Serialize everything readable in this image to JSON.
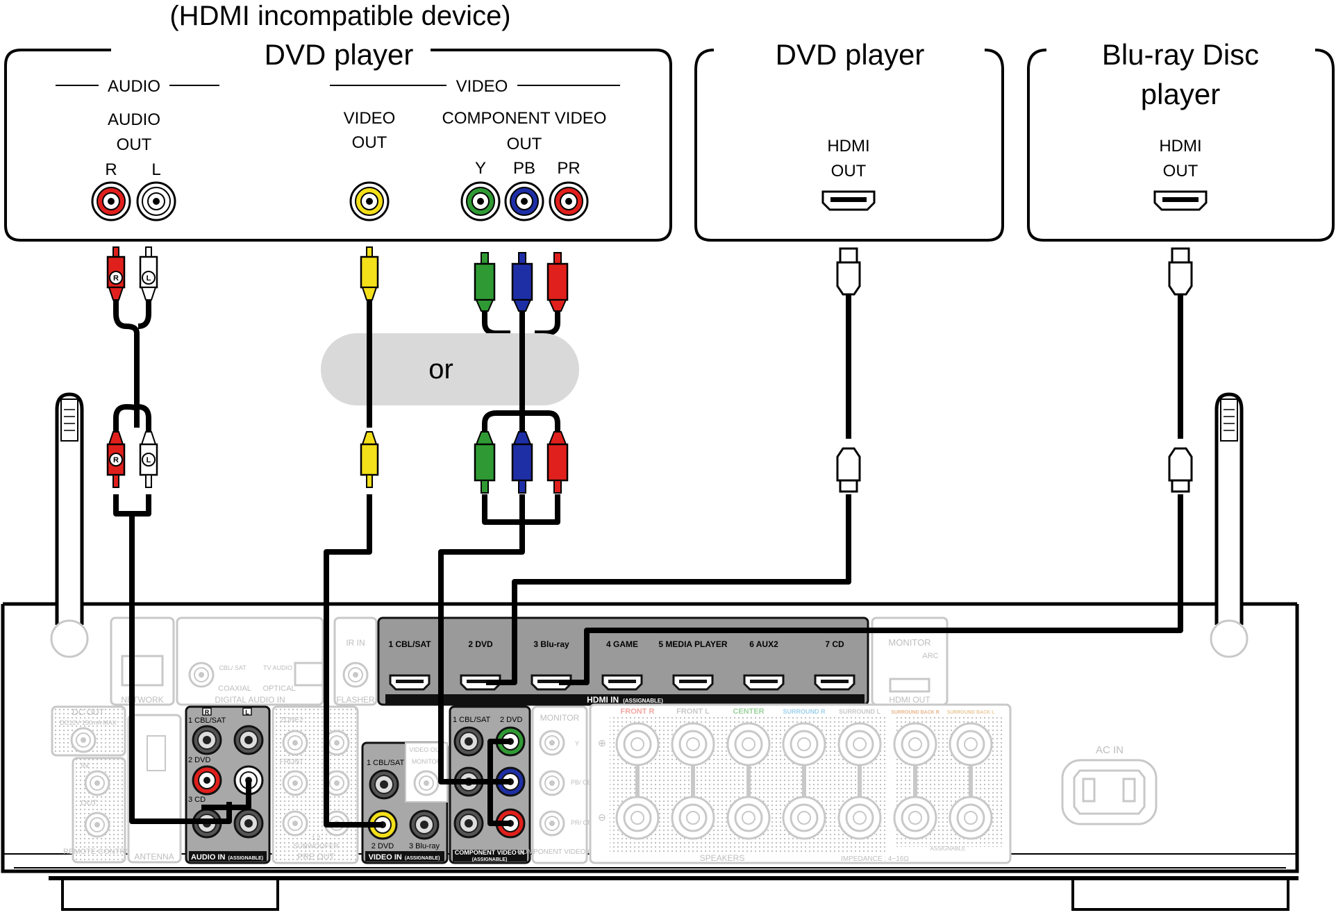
{
  "colors": {
    "red": "#e0201c",
    "white": "#ffffff",
    "yellow": "#f3df1a",
    "green": "#2f9a34",
    "blue": "#1e2fa6",
    "cable": "#000000",
    "receiver_faded": "#c8c8c8",
    "hdmi_panel": "#9a9a9a",
    "analog_panel": "#a8a8a8",
    "or_bubble": "#d9d9d9"
  },
  "devices": {
    "legacy_dvd": {
      "caption": "(HDMI incompatible device)",
      "title": "DVD player",
      "audio_group": "AUDIO",
      "video_group": "VIDEO",
      "audio_out_line1": "AUDIO",
      "audio_out_line2": "OUT",
      "audio_r": "R",
      "audio_l": "L",
      "video_out_line1": "VIDEO",
      "video_out_line2": "OUT",
      "component_line1": "COMPONENT VIDEO",
      "component_line2": "OUT",
      "y": "Y",
      "pb": "PB",
      "pr": "PR"
    },
    "hdmi_dvd": {
      "title": "DVD player",
      "out_line1": "HDMI",
      "out_line2": "OUT"
    },
    "bluray": {
      "title_line1": "Blu-ray Disc",
      "title_line2": "player",
      "out_line1": "HDMI",
      "out_line2": "OUT"
    }
  },
  "plugs": {
    "r": "R",
    "l": "L"
  },
  "or_label": "or",
  "receiver": {
    "hdmi_inputs": [
      "1 CBL/SAT",
      "2 DVD",
      "3 Blu-ray",
      "4 GAME",
      "5 MEDIA PLAYER",
      "6 AUX2",
      "7 CD"
    ],
    "hdmi_in_label": "HDMI IN",
    "assignable": "(ASSIGNABLE)",
    "monitor": "MONITOR",
    "arc": "ARC",
    "hdmi_out": "HDMI OUT",
    "network": "NETWORK",
    "digital_audio_in": "DIGITAL AUDIO IN",
    "cbl_sat_small": "CBL/ SAT",
    "tv_audio_small": "TV AUDIO",
    "coaxial": "COAXIAL",
    "optical": "OPTICAL",
    "ir_in": "IR IN",
    "flasher": "FLASHER",
    "dc_out": "DC OUT",
    "dc_spec": "DC12V 150mA MAX",
    "in": "IN",
    "out": "OUT",
    "remote_control": "REMOTE CONTROL",
    "antenna": "ANTENNA",
    "audio_in_label": "AUDIO IN",
    "audio_in_cbl": "1 CBL/SAT",
    "audio_in_dvd": "2 DVD",
    "audio_in_cd": "3 CD",
    "zone2": "ZONE2",
    "front": "FRONT",
    "subwoofer": "SUBWOOFER",
    "subwoofer_nums": "1   2",
    "pre_out": "PRE OUT",
    "video_in_label": "VIDEO IN",
    "video_in_cbl": "1 CBL/SAT",
    "video_in_dvd": "2 DVD",
    "video_in_bluray": "3 Blu-ray",
    "video_out_small": "VIDEO OUT",
    "monitor_small": "MONITOR",
    "component_in_label": "COMPONENT VIDEO IN",
    "component_in_cbl": "1 CBL/SAT",
    "component_in_dvd": "2 DVD",
    "component_monitor": "MONITOR",
    "component_out_label": "COMPONENT VIDEO OUT",
    "comp_y": "Y",
    "comp_pb": "PB/ CB",
    "comp_pr": "PR/ CR",
    "speakers": "SPEAKERS",
    "impedance": "IMPEDANCE : 4~16Ω",
    "assignable_caps": "ASSIGNABLE",
    "sp_front_r": "FRONT R",
    "sp_front_l": "FRONT L",
    "sp_center": "CENTER",
    "sp_surround_r": "SURROUND R",
    "sp_surround_l": "SURROUND L",
    "sp_back_r": "SURROUND BACK R",
    "sp_back_l": "SURROUND BACK L",
    "ac_in": "AC IN"
  }
}
